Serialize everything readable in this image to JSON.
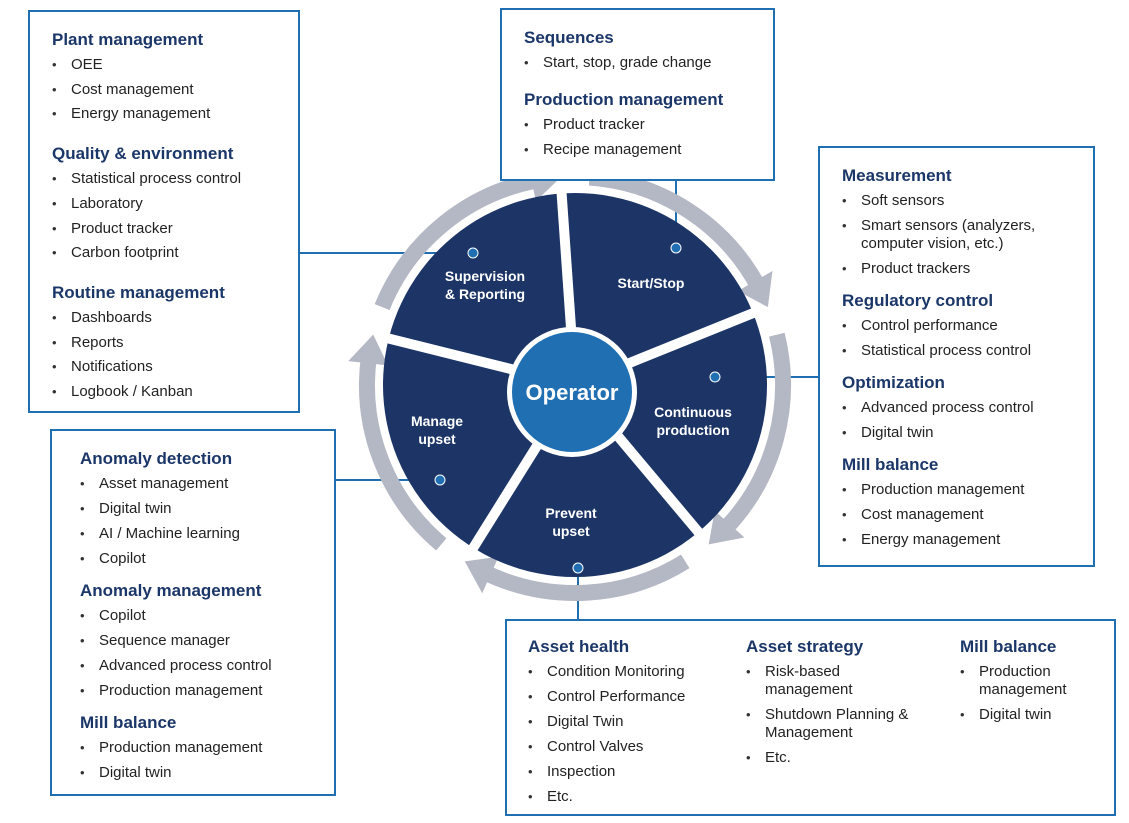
{
  "center": {
    "label": "Operator"
  },
  "segments": [
    {
      "label_lines": [
        "Supervision",
        "& Reporting"
      ]
    },
    {
      "label_lines": [
        "Start/Stop"
      ]
    },
    {
      "label_lines": [
        "Continuous",
        "production"
      ]
    },
    {
      "label_lines": [
        "Prevent",
        "upset"
      ]
    },
    {
      "label_lines": [
        "Manage",
        "upset"
      ]
    }
  ],
  "boxes": {
    "top_left": {
      "sections": [
        {
          "title": "Plant management",
          "items": [
            "OEE",
            "Cost management",
            "Energy management"
          ]
        },
        {
          "title": "Quality & environment",
          "items": [
            "Statistical process control",
            "Laboratory",
            "Product tracker",
            "Carbon footprint"
          ]
        },
        {
          "title": "Routine management",
          "items": [
            "Dashboards",
            "Reports",
            "Notifications",
            "Logbook / Kanban"
          ]
        }
      ]
    },
    "top_center": {
      "sections": [
        {
          "title": "Sequences",
          "items": [
            "Start, stop, grade change"
          ]
        },
        {
          "title": "Production management",
          "items": [
            "Product tracker",
            "Recipe management"
          ]
        }
      ]
    },
    "right": {
      "sections": [
        {
          "title": "Measurement",
          "items": [
            "Soft sensors",
            "Smart sensors (analyzers,|computer vision, etc.)",
            "Product trackers"
          ]
        },
        {
          "title": "Regulatory control",
          "items": [
            "Control performance",
            "Statistical process control"
          ]
        },
        {
          "title": "Optimization",
          "items": [
            "Advanced process control",
            "Digital twin"
          ]
        },
        {
          "title": "Mill balance",
          "items": [
            "Production management",
            "Cost management",
            "Energy management"
          ]
        }
      ]
    },
    "bottom_left": {
      "sections": [
        {
          "title": "Anomaly detection",
          "items": [
            "Asset management",
            "Digital twin",
            "AI / Machine learning",
            "Copilot"
          ]
        },
        {
          "title": "Anomaly management",
          "items": [
            "Copilot",
            "Sequence manager",
            "Advanced process control",
            "Production management"
          ]
        },
        {
          "title": "Mill balance",
          "items": [
            "Production management",
            "Digital twin"
          ]
        }
      ]
    },
    "bottom": {
      "columns": [
        {
          "title": "Asset health",
          "items": [
            "Condition Monitoring",
            "Control Performance",
            "Digital Twin",
            "Control Valves",
            "Inspection",
            "Etc."
          ]
        },
        {
          "title": "Asset strategy",
          "items": [
            "Risk-based|management",
            "Shutdown Planning &|Management",
            "Etc."
          ]
        },
        {
          "title": "Mill balance",
          "items": [
            "Production|management",
            "Digital twin"
          ]
        }
      ]
    }
  },
  "colors": {
    "segment": "#1c3566",
    "center": "#1f6fb2",
    "arrow_ring": "#b4b7c4",
    "box_border": "#1f6fb2",
    "title": "#1b3668"
  }
}
